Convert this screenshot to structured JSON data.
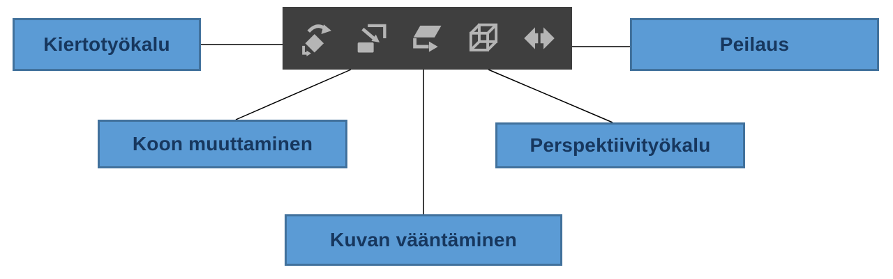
{
  "colors": {
    "box_fill": "#5b9bd5",
    "box_border": "#41719c",
    "label_text": "#17375e",
    "toolbar_bg": "#3f3f3f",
    "icon_gray": "#b5b5b5",
    "connector": "#000000"
  },
  "toolbar": {
    "icons": [
      {
        "name": "rotate-tool-icon"
      },
      {
        "name": "scale-tool-icon"
      },
      {
        "name": "shear-tool-icon"
      },
      {
        "name": "perspective-tool-icon"
      },
      {
        "name": "flip-tool-icon"
      }
    ]
  },
  "labels": {
    "rotate": "Kiertotyökalu",
    "scale": "Koon muuttaminen",
    "shear": "Kuvan vääntäminen",
    "perspective": "Perspektiivityökalu",
    "flip": "Peilaus"
  }
}
